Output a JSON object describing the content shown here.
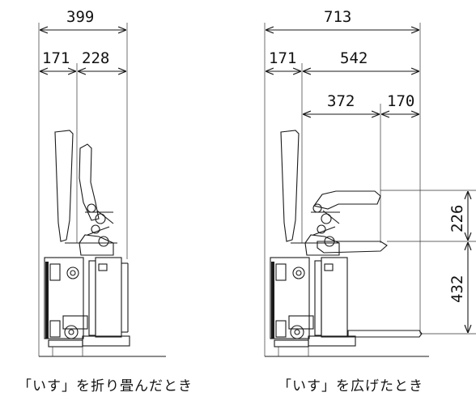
{
  "folded": {
    "dims": {
      "total": "399",
      "left": "171",
      "right": "228"
    },
    "caption": "「いす」を折り畳んだとき"
  },
  "unfolded": {
    "dims": {
      "total": "713",
      "left": "171",
      "right": "542",
      "mid": "372",
      "end": "170",
      "h_top": "226",
      "h_bottom": "432"
    },
    "caption": "「いす」を広げたとき"
  }
}
